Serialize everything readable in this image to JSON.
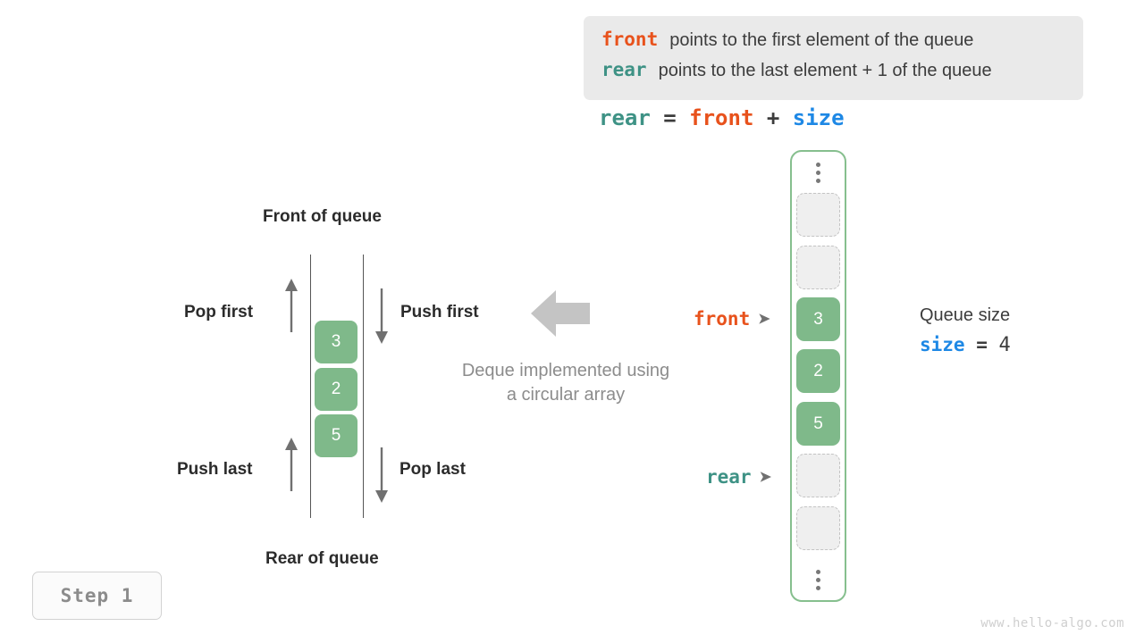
{
  "legend": {
    "lines": [
      {
        "keyword": "front",
        "keyword_color": "#e8521c",
        "text": "points to the first element of the queue"
      },
      {
        "keyword": "rear",
        "keyword_color": "#3e9285",
        "text": "points to the last element + 1 of the queue"
      }
    ],
    "background": "#eaeaea"
  },
  "formula": {
    "lhs": "rear",
    "eq": "=",
    "rhs1": "front",
    "plus": "+",
    "rhs2": "size"
  },
  "deque_diagram": {
    "title_top": "Front of queue",
    "title_bottom": "Rear of queue",
    "op_pop_first": "Pop first",
    "op_push_first": "Push first",
    "op_push_last": "Push last",
    "op_pop_last": "Pop last",
    "cells": [
      "3",
      "2",
      "5"
    ],
    "cell_color": "#7fb98a"
  },
  "caption": {
    "line1": "Deque implemented using",
    "line2": "a circular array"
  },
  "circular_array": {
    "border_color": "#86bf8e",
    "ellipsis_top": "⋮",
    "ellipsis_bottom": "⋮",
    "slots": [
      {
        "value": "",
        "state": "empty"
      },
      {
        "value": "",
        "state": "empty"
      },
      {
        "value": "3",
        "state": "filled"
      },
      {
        "value": "2",
        "state": "filled"
      },
      {
        "value": "5",
        "state": "filled"
      },
      {
        "value": "",
        "state": "empty"
      },
      {
        "value": "",
        "state": "empty"
      }
    ]
  },
  "pointers": {
    "front": {
      "label": "front",
      "color": "#e8521c",
      "arrow": "➤"
    },
    "rear": {
      "label": "rear",
      "color": "#3e9285",
      "arrow": "➤"
    }
  },
  "queue_size": {
    "title": "Queue size",
    "var": "size",
    "eq": "=",
    "value": "4"
  },
  "step_badge": {
    "label": "Step 1"
  },
  "watermark": {
    "text": "www.hello-algo.com"
  }
}
